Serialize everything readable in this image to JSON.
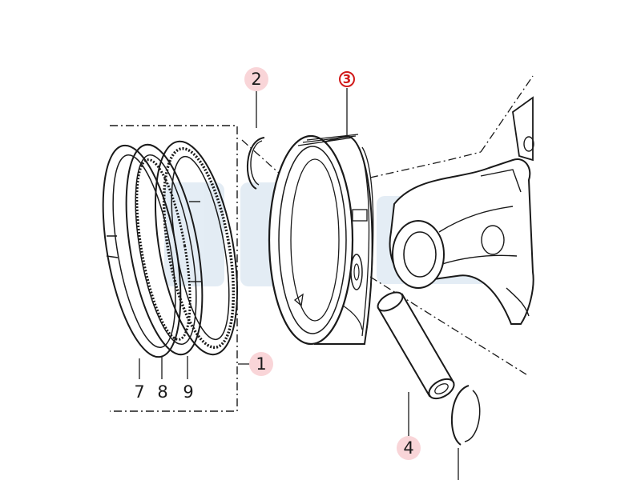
{
  "callouts": {
    "c1": "1",
    "c2": "2",
    "c3": "3",
    "c4": "4",
    "c7": "7",
    "c8": "8",
    "c9": "9"
  },
  "colors": {
    "line": "#1a1a1a",
    "highlight": "#f9d5d8",
    "selected": "#d11a1a",
    "watermark": "#dde8f2"
  }
}
